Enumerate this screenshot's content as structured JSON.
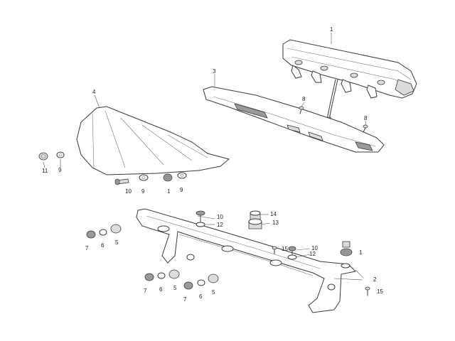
{
  "callouts": {
    "c1_top": "1",
    "c3": "3",
    "c4": "4",
    "c8_a": "8",
    "c8_b": "8",
    "c11": "11",
    "c9_a": "9",
    "c10_a": "10",
    "c9_b": "9",
    "c1_mid": "1",
    "c9_c": "9",
    "c10_b": "10",
    "c12_a": "12",
    "c14": "14",
    "c13": "13",
    "c15_a": "15",
    "c10_c": "10",
    "c12_b": "12",
    "c1_low": "1",
    "c7_a": "7",
    "c6_a": "6",
    "c5_a": "5",
    "c2": "2",
    "c15_b": "15",
    "c7_b": "7",
    "c6_b": "6",
    "c5_b": "5",
    "c7_c": "7",
    "c6_c": "6",
    "c5_c": "5"
  }
}
